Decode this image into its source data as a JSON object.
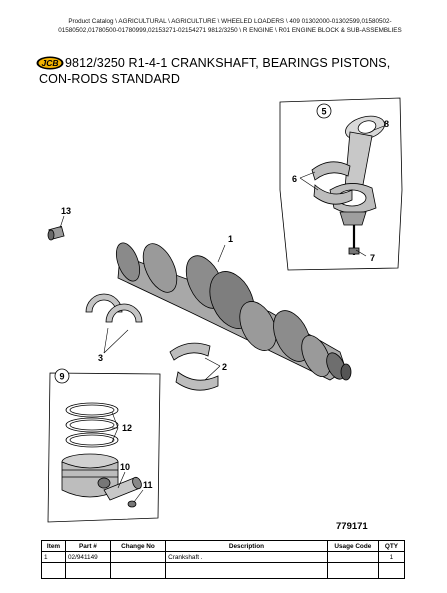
{
  "breadcrumb": {
    "line1": "Product Catalog  \\  AGRICULTURAL  \\  AGRICULTURE  \\  WHEELED LOADERS  \\  409 01302000-01302599,01580502-",
    "line2": "01580502,01780500-01780999,02153271-02154271 9812/3250  \\  R ENGINE  \\  R01 ENGINE BLOCK & SUB-ASSEMBLIES"
  },
  "logo_text": "JCB",
  "title": {
    "line1": "9812/3250 R1-4-1 CRANKSHAFT, BEARINGS PISTONS,",
    "line2": "CON-RODS STANDARD"
  },
  "callouts": {
    "c1": "1",
    "c2": "2",
    "c3": "3",
    "c5": "5",
    "c6": "6",
    "c7": "7",
    "c8": "8",
    "c9": "9",
    "c10": "10",
    "c11": "11",
    "c12": "12",
    "c13": "13"
  },
  "diagram_ref": "779171",
  "table": {
    "headers": [
      "Item",
      "Part #",
      "Change No",
      "Description",
      "Usage Code",
      "QTY"
    ],
    "rows": [
      {
        "item": "1",
        "part": "02/941149",
        "change": "",
        "description": "Crankshaft .",
        "usage": "",
        "qty": "1"
      }
    ]
  },
  "colors": {
    "ink": "#000000",
    "shade": "#555555",
    "light": "#cfcfcf",
    "background": "#ffffff"
  }
}
